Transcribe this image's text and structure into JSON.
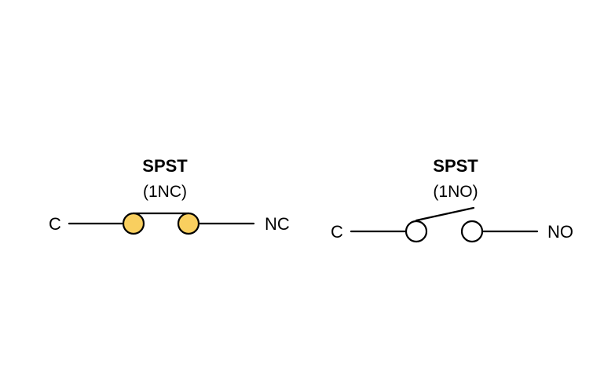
{
  "diagram": {
    "colors": {
      "background": "#ffffff",
      "line": "#000000",
      "closed_contact_fill": "#f9cf5f",
      "open_contact_fill": "#ffffff"
    },
    "switches": [
      {
        "title": "SPST",
        "subtitle": "(1NC)",
        "left_terminal": "C",
        "right_terminal": "NC",
        "state": "closed"
      },
      {
        "title": "SPST",
        "subtitle": "(1NO)",
        "left_terminal": "C",
        "right_terminal": "NO",
        "state": "open"
      }
    ]
  }
}
